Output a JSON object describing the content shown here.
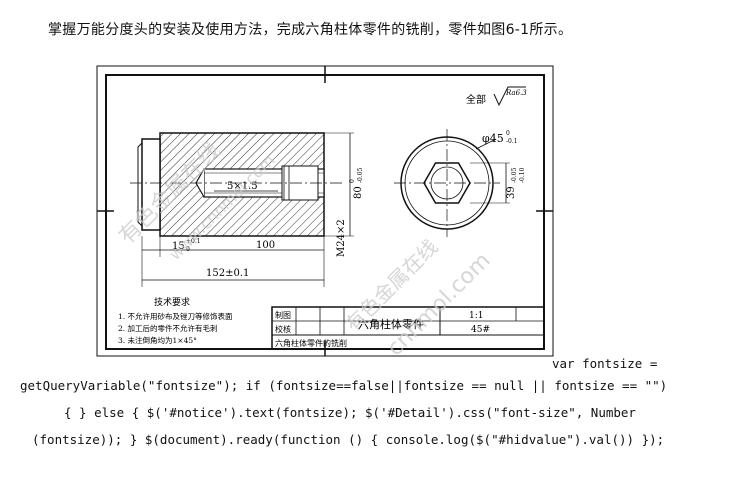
{
  "intro_text": "掌握万能分度头的安装及使用方法，完成六角柱体零件的铣削，零件如图6-1所示。",
  "drawing": {
    "roughness_label": "全部",
    "roughness_value": "Ra6.3",
    "dims": {
      "diameter": "φ45",
      "diameter_tol_upper": "0",
      "diameter_tol_lower": "-0.1",
      "thread_hole": "5×1.5",
      "thread": "M24×2",
      "flat_height": "80",
      "flat_height_tol_upper": "0",
      "flat_height_tol_lower": "-0.05",
      "hex_across_flats": "39",
      "hex_tol_upper": "-0.05",
      "hex_tol_lower": "-0.10",
      "chamfer_len": "15",
      "chamfer_tol_upper": "+0.1",
      "chamfer_tol_lower": "0",
      "thread_len": "100",
      "total_len": "152±0.1"
    },
    "tech_req_title": "技术要求",
    "tech_req_items": [
      "1. 不允许用砂布及锉刀等修饰表面",
      "2. 加工后的零件不允许有毛刺",
      "3. 未注倒角均为1×45°"
    ],
    "title_block": {
      "drawn_label": "制图",
      "check_label": "校核",
      "part_name": "六角柱体零件",
      "scale": "1:1",
      "material": "45#",
      "process_name": "六角柱体零件的铣削"
    },
    "watermarks": [
      "有色金属在线",
      "www.cnnmol.com",
      "有色金属在线",
      "cnnmol.com"
    ]
  },
  "code": {
    "line1": "var fontsize =",
    "line2": "getQueryVariable(\"fontsize\"); if (fontsize==false||fontsize == null || fontsize == \"\")",
    "line3": "{ } else { $('#notice').text(fontsize); $('#Detail').css(\"font-size\", Number",
    "line4": "(fontsize)); } $(document).ready(function () { console.log($(\"#hidvalue\").val()) });"
  }
}
